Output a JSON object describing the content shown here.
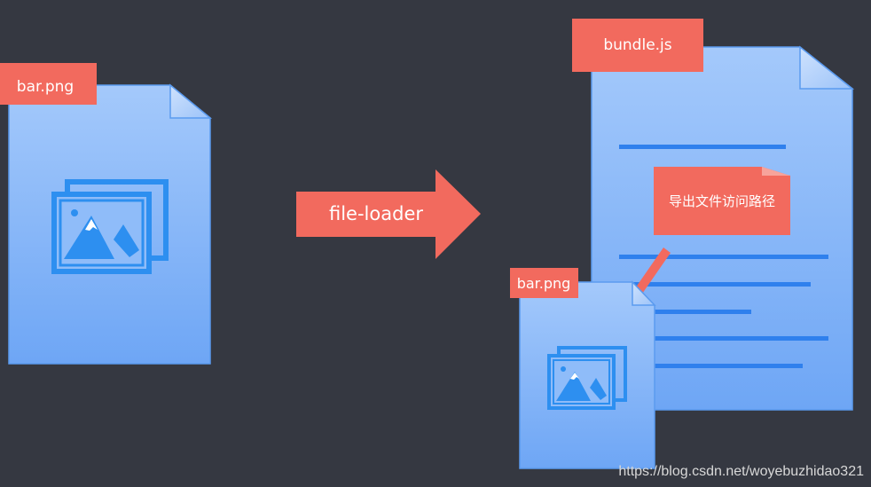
{
  "labels": {
    "source_file": "bar.png",
    "loader": "file-loader",
    "bundle_file": "bundle.js",
    "output_file": "bar.png",
    "export_note": "导出文件访问路径"
  },
  "watermark": "https://blog.csdn.net/woyebuzhidao321",
  "colors": {
    "background": "#353841",
    "doc_fill_top": "#a4c9fb",
    "doc_fill_bottom": "#6ea6f5",
    "doc_stroke": "#5b9bef",
    "label": "#f26a5e",
    "icon": "#2d8ff0",
    "doc_line": "#2f80ed"
  },
  "icons": [
    "image-file-icon",
    "arrow-right-icon",
    "arrow-pointer-icon"
  ]
}
